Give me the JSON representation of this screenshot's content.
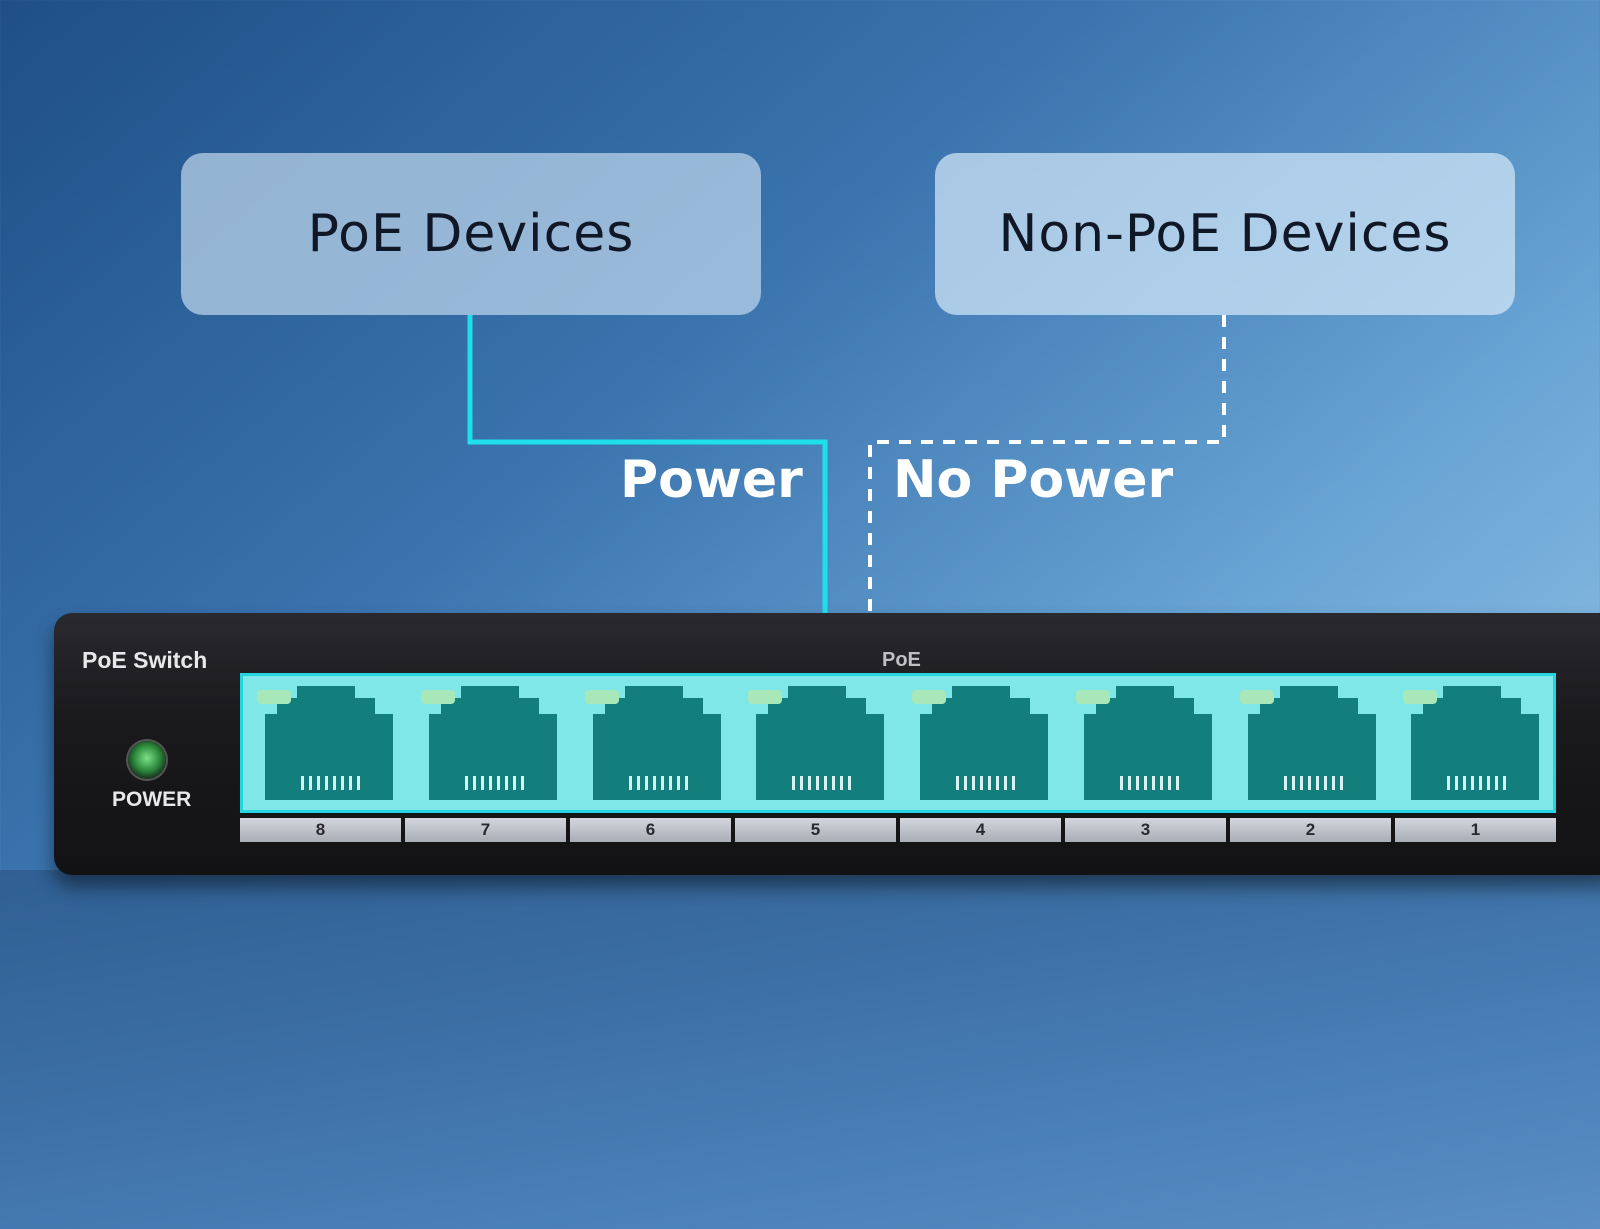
{
  "boxes": {
    "poe": "PoE  Devices",
    "non_poe": "Non-PoE Devices"
  },
  "connections": {
    "power": "Power",
    "no_power": "No Power"
  },
  "switch": {
    "name": "PoE Switch",
    "poe_tag": "PoE",
    "power_label": "POWER",
    "ports": [
      "8",
      "7",
      "6",
      "5",
      "4",
      "3",
      "2",
      "1"
    ]
  },
  "colors": {
    "power_line": "#1ee0ea",
    "no_power_line": "#ffffff",
    "port_panel": "#7fe7e8",
    "port_body": "#127f7c"
  }
}
